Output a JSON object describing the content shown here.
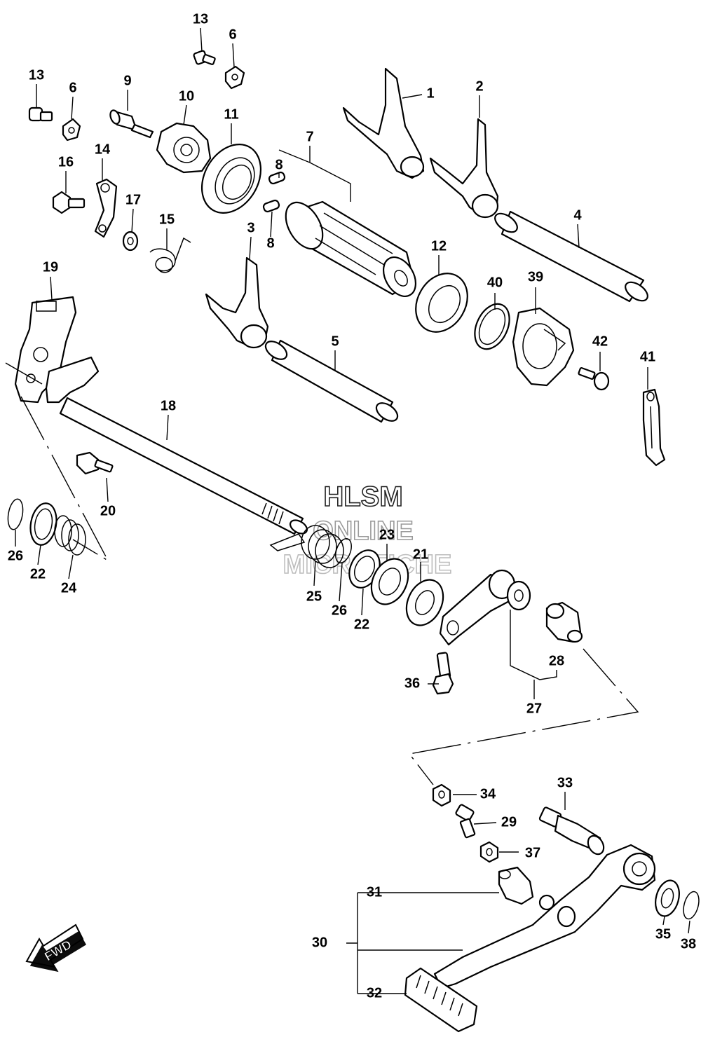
{
  "watermark": {
    "line1": "HLSM",
    "line2": "ONLINE",
    "line3": "MICROFICHE"
  },
  "fwd_label": "FWD",
  "callouts": {
    "p1": "1",
    "p2": "2",
    "p3": "3",
    "p4": "4",
    "p5": "5",
    "p6a": "6",
    "p6b": "6",
    "p7": "7",
    "p8a": "8",
    "p8b": "8",
    "p9": "9",
    "p10": "10",
    "p11": "11",
    "p12": "12",
    "p13a": "13",
    "p13b": "13",
    "p14": "14",
    "p15": "15",
    "p16": "16",
    "p17": "17",
    "p18": "18",
    "p19": "19",
    "p20": "20",
    "p21": "21",
    "p22a": "22",
    "p22b": "22",
    "p23": "23",
    "p24": "24",
    "p25": "25",
    "p26a": "26",
    "p26b": "26",
    "p27": "27",
    "p28": "28",
    "p29": "29",
    "p30": "30",
    "p31": "31",
    "p32": "32",
    "p33": "33",
    "p34": "34",
    "p35": "35",
    "p36": "36",
    "p37": "37",
    "p38": "38",
    "p39": "39",
    "p40": "40",
    "p41": "41",
    "p42": "42"
  }
}
